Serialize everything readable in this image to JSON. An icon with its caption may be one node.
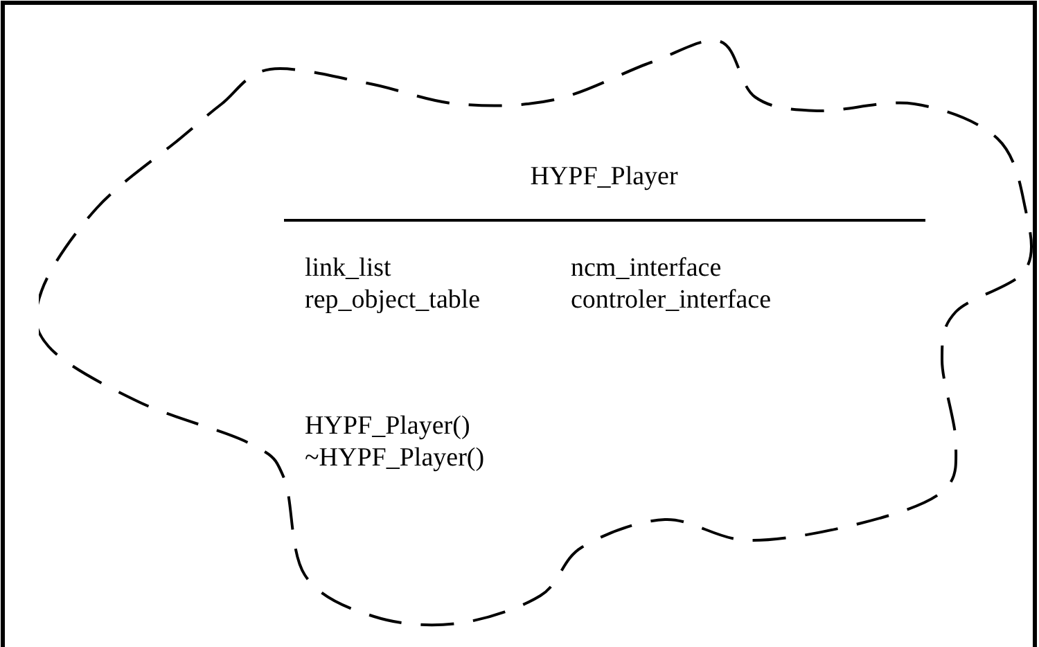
{
  "diagram": {
    "nodes": [
      {
        "text": [
          "HYPF_Player",
          "link_list",
          "ncm_interface",
          "rep_object_table",
          "controler_interface",
          "HYPF_Player()",
          "~HYPF_Player()"
        ]
      }
    ]
  }
}
